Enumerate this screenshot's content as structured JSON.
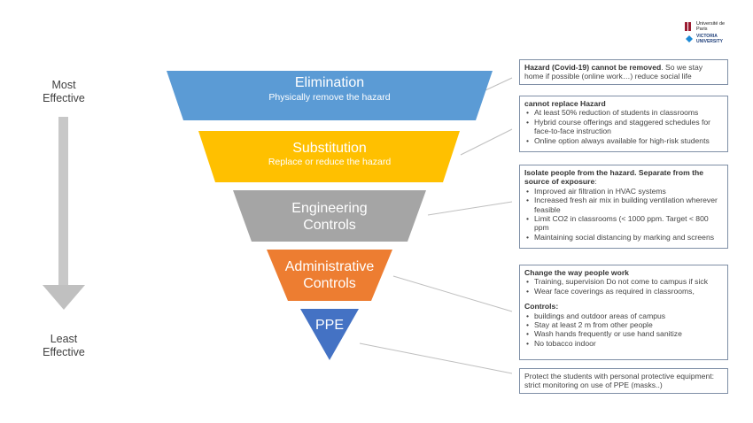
{
  "side": {
    "most": "Most Effective",
    "least": "Least Effective"
  },
  "levels": [
    {
      "title": "Elimination",
      "subtitle": "Physically remove the hazard",
      "color": "#5b9bd5"
    },
    {
      "title": "Substitution",
      "subtitle": "Replace or reduce the hazard",
      "color": "#ffc000"
    },
    {
      "title_lines": [
        "Engineering",
        "Controls"
      ],
      "color": "#a5a5a5"
    },
    {
      "title_lines": [
        "Administrative",
        "Controls"
      ],
      "color": "#ed7d31"
    },
    {
      "title": "PPE",
      "color": "#4472c4"
    }
  ],
  "boxes": {
    "b1": {
      "bold": "Hazard (Covid-19)  cannot be removed",
      "text": ". So we stay home if possible  (online work…) reduce social life"
    },
    "b2": {
      "heading": "cannot replace Hazard",
      "items": [
        "At least 50% reduction of students in classrooms",
        "Hybrid course offerings and staggered schedules  for face-to-face  instruction",
        "Online option always available for high-risk students"
      ]
    },
    "b3": {
      "heading": "Isolate people from the hazard. Separate from the source of exposure",
      "heading_suffix": ":",
      "items": [
        "Improved  air filtration in HVAC systems",
        "Increased fresh  air mix in building ventilation wherever  feasible",
        "Limit CO2 in classrooms (< 1000 ppm. Target  < 800 ppm",
        "Maintaining social distancing by marking and screens"
      ]
    },
    "b4": {
      "heading": "Change the way people work",
      "items": [
        "Training,  supervision  Do not come to campus if sick",
        "Wear face coverings  as required  in classrooms,"
      ],
      "heading2": "Controls:",
      "items2": [
        "buildings and outdoor areas of campus",
        "Stay at least 2 m from  other people",
        "Wash hands frequently  or use hand sanitize",
        "No tobacco indoor"
      ]
    },
    "b5": {
      "text": "Protect the students with personal protective equipment: strict monitoring on use of PPE (masks..)"
    }
  },
  "logo": {
    "line1": "Université de Paris",
    "line2": "VICTORIA UNIVERSITY"
  }
}
